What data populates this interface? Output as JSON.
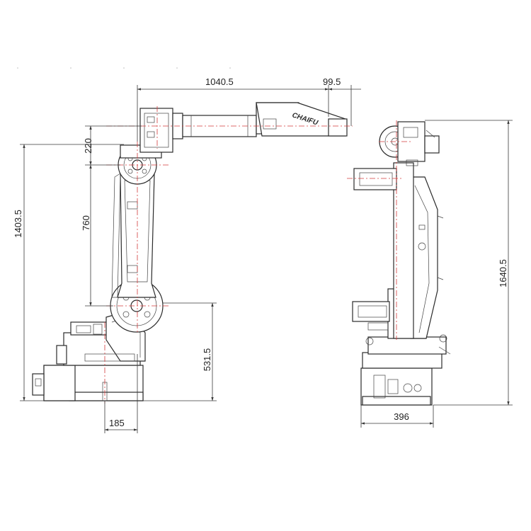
{
  "brand_logo": "CHAIFU",
  "dimensions": {
    "reach": "1040.5",
    "wrist_offset": "99.5",
    "shoulder_offset": "220",
    "lower_arm": "760",
    "max_height": "1403.5",
    "base_height": "531.5",
    "base_offset": "185",
    "side_depth": "396",
    "side_height": "1640.5"
  },
  "colors": {
    "outline": "#2b2b2b",
    "centerline": "#d23b3b"
  }
}
